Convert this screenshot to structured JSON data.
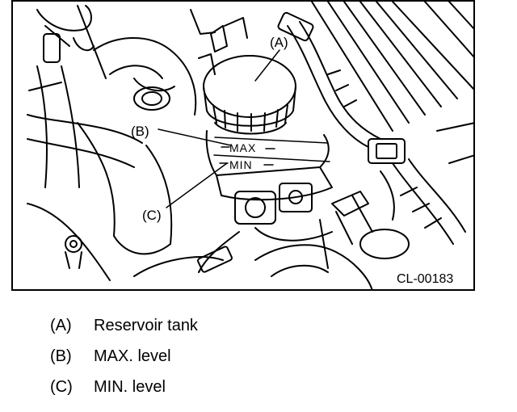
{
  "figure": {
    "code": "CL-00183",
    "callouts": [
      {
        "letter": "(A)"
      },
      {
        "letter": "(B)"
      },
      {
        "letter": "(C)"
      }
    ],
    "marks": {
      "max": "MAX",
      "min": "MIN"
    }
  },
  "legend": [
    {
      "letter": "(A)",
      "text": "Reservoir tank"
    },
    {
      "letter": "(B)",
      "text": "MAX. level"
    },
    {
      "letter": "(C)",
      "text": "MIN. level"
    }
  ]
}
